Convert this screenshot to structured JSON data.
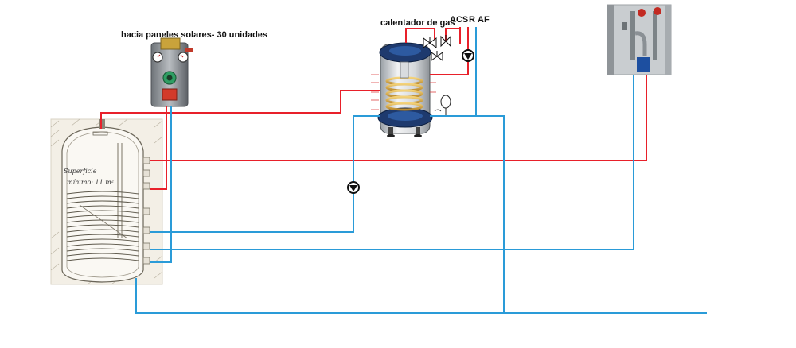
{
  "labels": {
    "solar_panels": "hacia paneles solares- 30 unidades",
    "gas_heater": "calentador de gas",
    "acs": "ACS",
    "r": "R",
    "af": "AF"
  },
  "handwritten": {
    "surface_line1": "Superficie",
    "surface_line2": "mínimo: 11 m²"
  },
  "colors": {
    "hot_pipe": "#e8202a",
    "cold_pipe": "#2a9bd8",
    "pump": "#111111"
  }
}
